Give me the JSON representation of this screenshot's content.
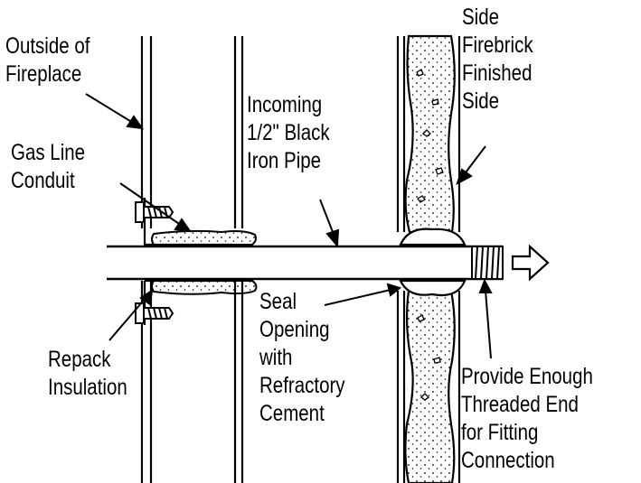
{
  "labels": {
    "outside": [
      "Outside of",
      "Fireplace"
    ],
    "gasline": [
      "Gas Line",
      "Conduit"
    ],
    "incoming": [
      "Incoming",
      "1/2\" Black",
      "Iron Pipe"
    ],
    "firebrick": [
      "Side",
      "Firebrick",
      "Finished",
      "Side"
    ],
    "seal": [
      "Seal",
      "Opening",
      "with",
      "Refractory",
      "Cement"
    ],
    "repack": [
      "Repack",
      "Insulation"
    ],
    "provide": [
      "Provide Enough",
      "Threaded End",
      "for Fitting",
      "Connection"
    ]
  }
}
